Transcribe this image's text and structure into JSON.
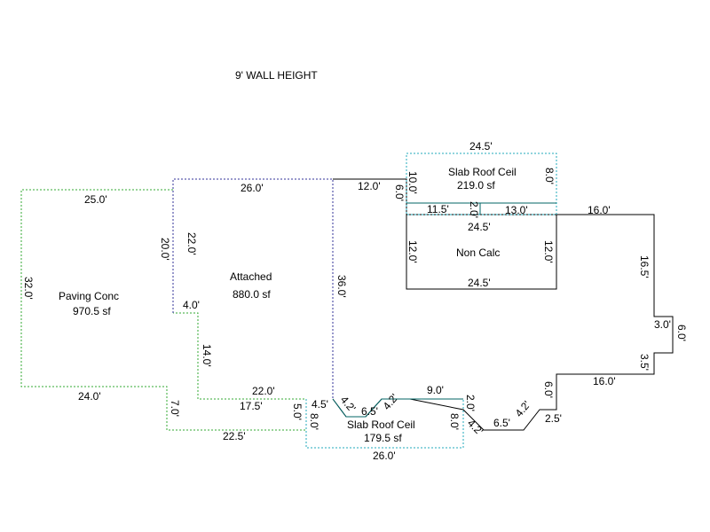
{
  "header": {
    "title": "9' WALL HEIGHT"
  },
  "colors": {
    "paving": "#33aa33",
    "attached": "#333399",
    "slab": "#22aabb",
    "wall": "#000000",
    "teal": "#006666"
  },
  "areas": [
    {
      "name": "paving",
      "label": "Paving Conc",
      "area": "970.5 sf"
    },
    {
      "name": "attached",
      "label": "Attached",
      "area": "880.0 sf"
    },
    {
      "name": "slab-top",
      "label": "Slab Roof Ceil",
      "area": "219.0 sf"
    },
    {
      "name": "noncalc",
      "label": "Non Calc"
    },
    {
      "name": "slab-bottom",
      "label": "Slab Roof Ceil",
      "area": "179.5 sf"
    }
  ],
  "dimensions": [
    "25.0'",
    "32.0'",
    "24.0'",
    "7.0'",
    "22.5'",
    "20.0'",
    "26.0'",
    "22.0'",
    "4.0'",
    "14.0'",
    "22.0'",
    "17.5'",
    "5.0'",
    "36.0'",
    "12.0'",
    "6.0'",
    "10.0'",
    "24.5'",
    "8.0'",
    "11.5'",
    "2.0'",
    "13.0'",
    "16.0'",
    "24.5'",
    "12.0'",
    "12.0'",
    "24.5'",
    "16.5'",
    "3.0'",
    "6.0'",
    "3.5'",
    "16.0'",
    "6.0'",
    "2.5'",
    "4.2'",
    "6.5'",
    "4.2'",
    "2.0'",
    "9.0'",
    "4.2'",
    "6.5'",
    "4.2'",
    "4.5'",
    "8.0'",
    "8.0'",
    "26.0'"
  ]
}
